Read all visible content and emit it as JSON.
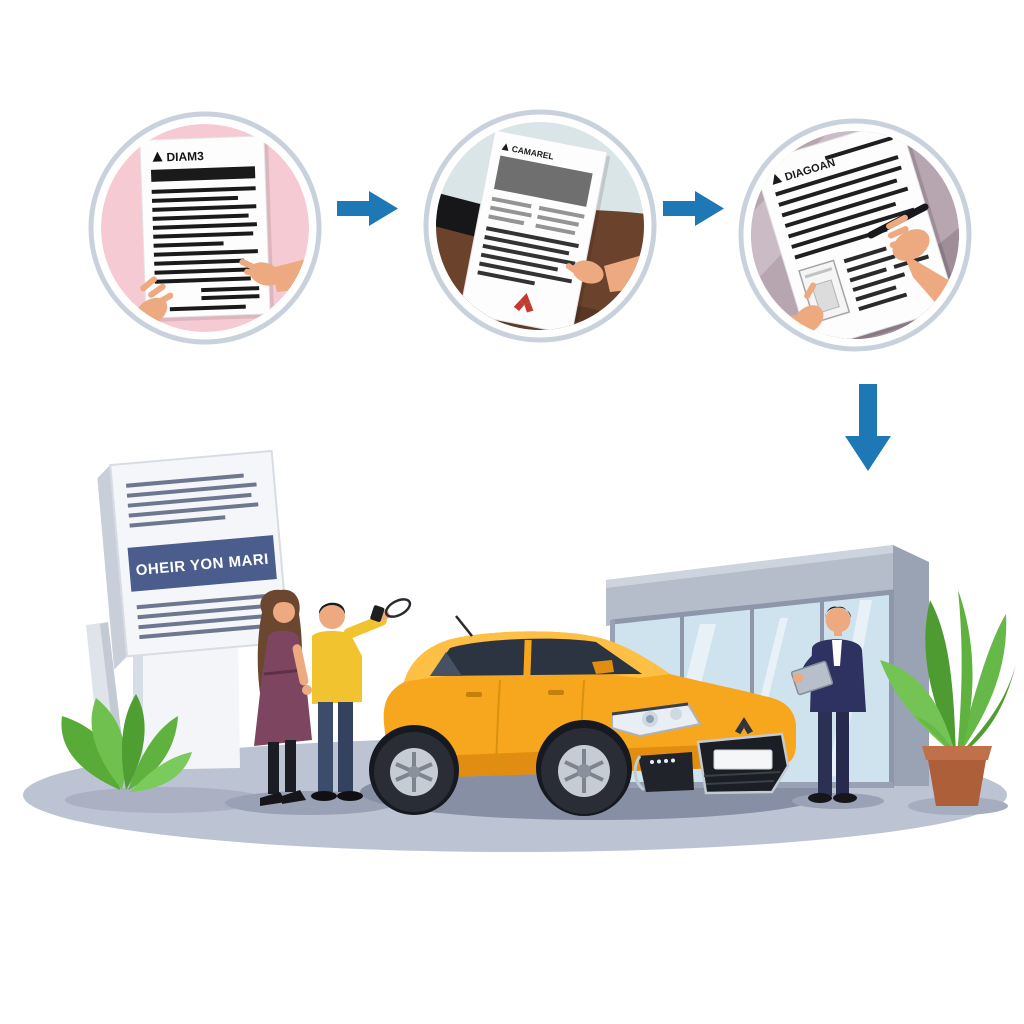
{
  "process_steps": [
    {
      "id": "step-1",
      "doc_logo_glyph": "▲",
      "doc_title": "DIAM3",
      "depicts": "two hands holding a contract document"
    },
    {
      "id": "step-2",
      "doc_logo_glyph": "▲",
      "doc_title": "CAMAREL",
      "depicts": "document handed over a desk between two people"
    },
    {
      "id": "step-3",
      "doc_logo_glyph": "▲",
      "doc_title": "DIAGOAN",
      "depicts": "hand signing the document with a pen, stamp on page"
    }
  ],
  "sign": {
    "text": "OHEIR YON MARI"
  },
  "colors": {
    "arrow_blue": "#1e78b6",
    "step1_bg_pink": "#f6cad3",
    "step2_bg_sky": "#d9e5e6",
    "step2_table_brown": "#6b432d",
    "step3_bg_mauve": "#b7a5af",
    "document_white": "#fdfdfe",
    "brand_red": "#c23a30",
    "sign_band_blue": "#4a5d8c",
    "car_yellow": "#f7a71d",
    "tshirt_yellow": "#f1c32f",
    "dress_plum": "#7d4560",
    "suit_navy": "#2d3261",
    "ground_gray": "#bcc3d2",
    "glass_blue": "#cfe3ef",
    "leaf_green": "#5fb23e",
    "pot_terracotta": "#ad5f3a",
    "skin_tone": "#eda97f"
  }
}
